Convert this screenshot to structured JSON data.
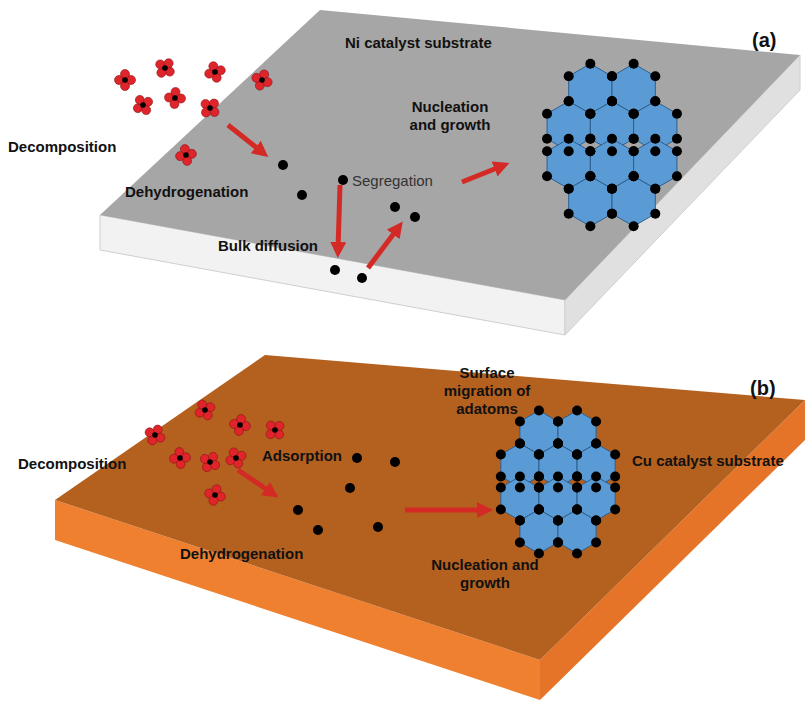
{
  "diagram": {
    "labels": [
      "(a)",
      "Ni catalyst substrate",
      "Decomposition",
      "Dehydrogenation",
      "Segregation",
      "Bulk diffusion",
      "Nucleation and growth",
      "(b)",
      "Decomposition",
      "Adsorption",
      "Surface migration of adatoms",
      "Cu catalyst substrate",
      "Dehydrogenation",
      "Nucleation and growth"
    ]
  }
}
